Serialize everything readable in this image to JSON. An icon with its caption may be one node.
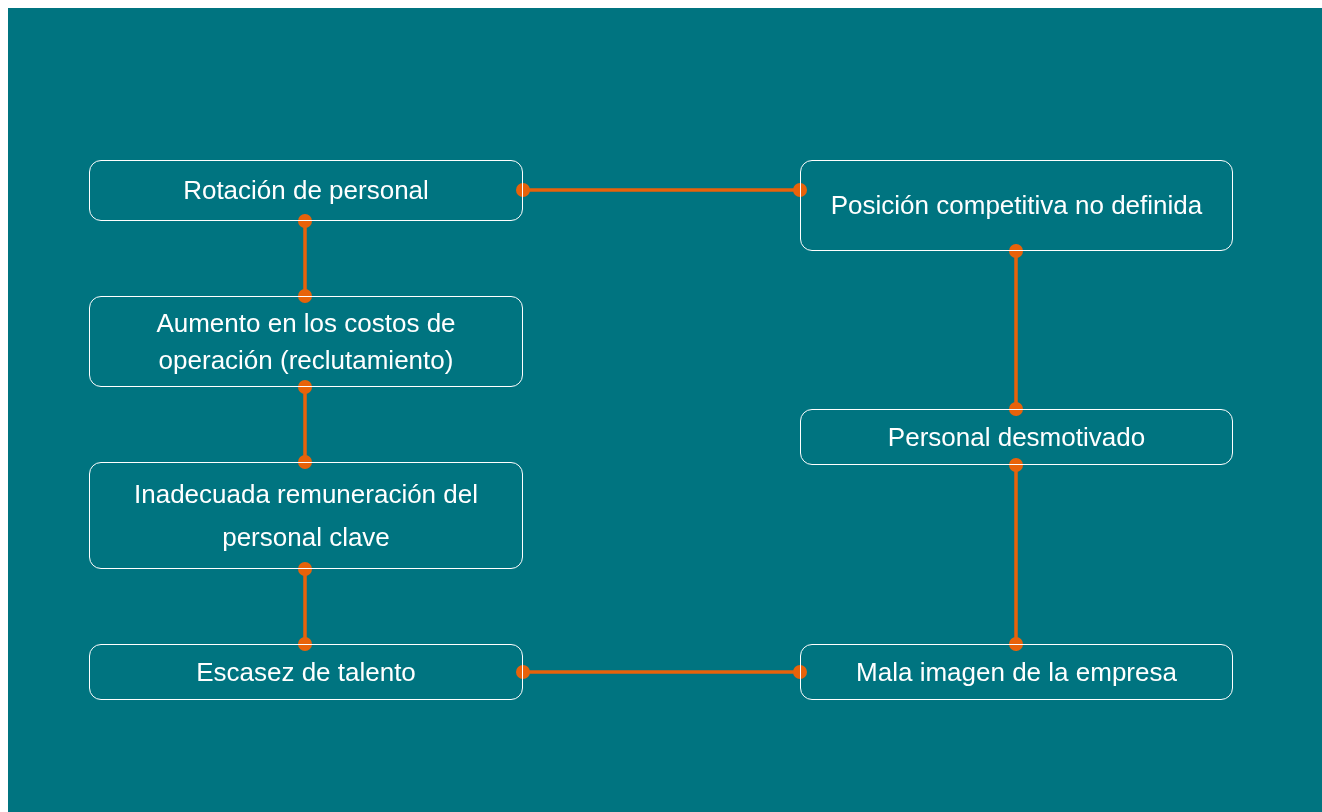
{
  "diagram": {
    "nodes": [
      {
        "text": [
          "Rotación de personal"
        ]
      },
      {
        "text": [
          "Aumento en los costos de operación (reclutamiento)"
        ]
      },
      {
        "text": [
          "Inadecuada remuneración del personal clave"
        ]
      },
      {
        "text": [
          "Escasez de talento"
        ]
      },
      {
        "text": [
          "Posición competitiva no definida"
        ]
      },
      {
        "text": [
          "Personal desmotivado"
        ]
      },
      {
        "text": [
          "Mala imagen de la empresa"
        ]
      }
    ],
    "edges": [
      {
        "from": 0,
        "to": 4,
        "arrow": "other",
        "color": "#e8620a"
      },
      {
        "from": 0,
        "to": 1,
        "arrow": "other",
        "color": "#e8620a"
      },
      {
        "from": 1,
        "to": 2,
        "arrow": "other",
        "color": "#e8620a"
      },
      {
        "from": 2,
        "to": 3,
        "arrow": "other",
        "color": "#e8620a"
      },
      {
        "from": 3,
        "to": 6,
        "arrow": "other",
        "color": "#e8620a"
      },
      {
        "from": 4,
        "to": 5,
        "arrow": "other",
        "color": "#e8620a"
      },
      {
        "from": 5,
        "to": 6,
        "arrow": "other",
        "color": "#e8620a"
      }
    ]
  }
}
